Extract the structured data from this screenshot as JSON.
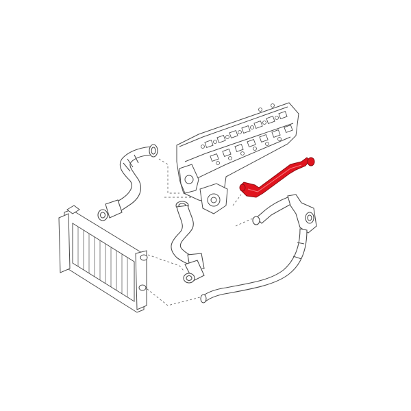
{
  "diagram": {
    "background": "#ffffff",
    "line_color": "#4a4a4a",
    "highlight_color": "#e0141e",
    "parts": [
      {
        "id": "cylinder-head",
        "highlighted": false
      },
      {
        "id": "upper-radiator-hose",
        "highlighted": false
      },
      {
        "id": "radiator",
        "highlighted": false
      },
      {
        "id": "lower-radiator-hose",
        "highlighted": false
      },
      {
        "id": "coolant-pipe",
        "highlighted": true
      },
      {
        "id": "heater-return-hose",
        "highlighted": false
      }
    ],
    "leader_lines": 5
  }
}
